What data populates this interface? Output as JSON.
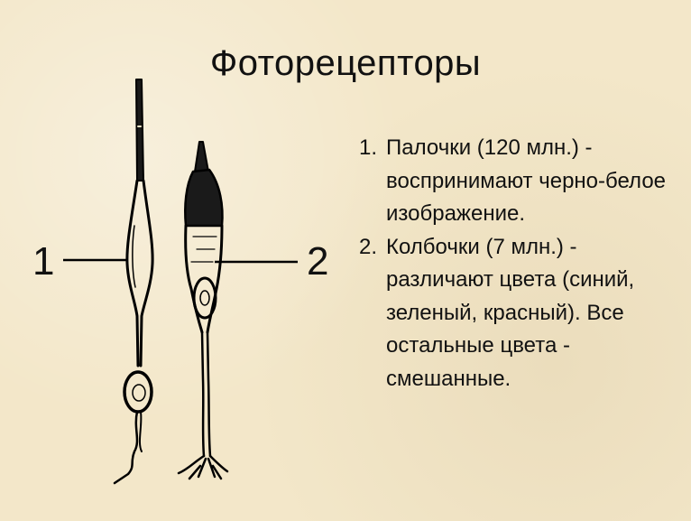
{
  "title": "Фоторецепторы",
  "diagram": {
    "labels": [
      "1",
      "2"
    ]
  },
  "list": [
    {
      "num": "1.",
      "text": "Палочки (120 млн.) - воспринимают черно-белое изображение."
    },
    {
      "num": "2.",
      "text": "Колбочки (7 млн.) - различают цвета (синий, зеленый, красный). Все остальные цвета - смешанные."
    }
  ]
}
